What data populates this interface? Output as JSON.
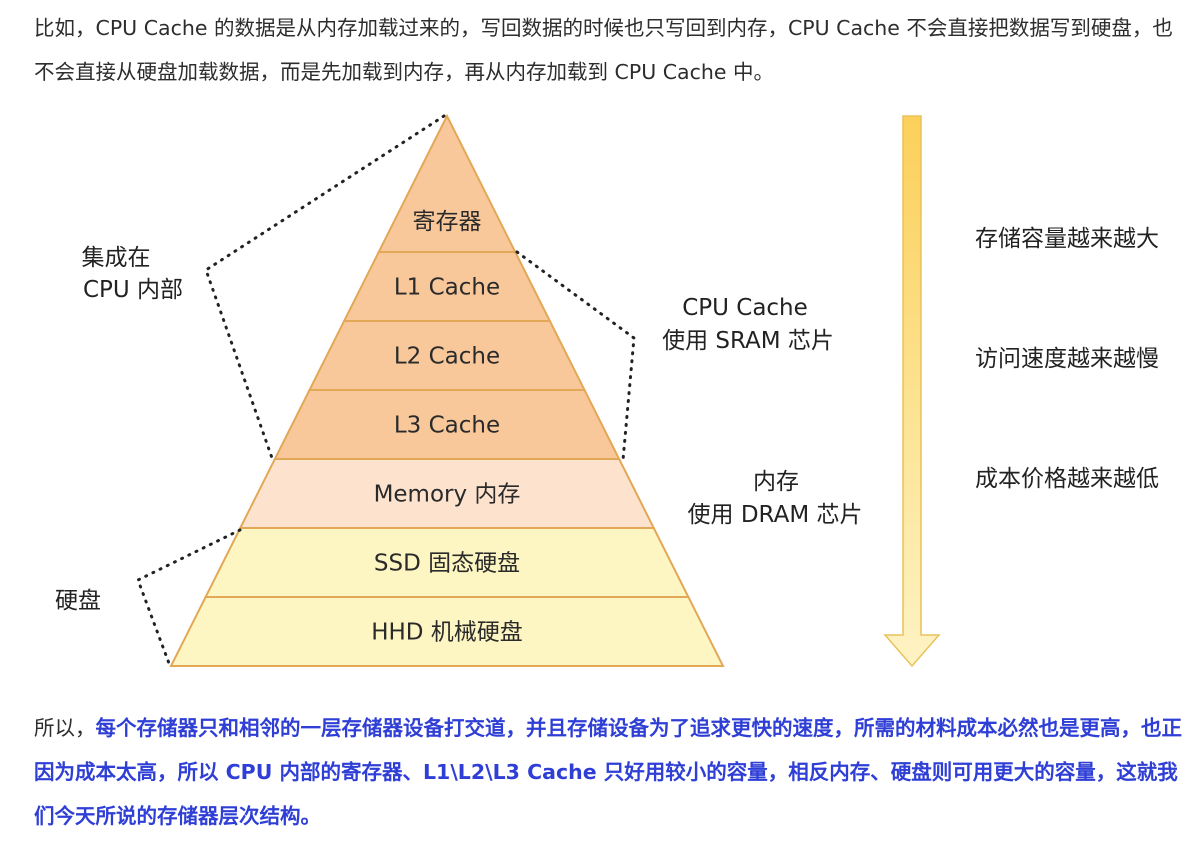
{
  "intro_text": "比如，CPU Cache 的数据是从内存加载过来的，写回数据的时候也只写回到内存，CPU Cache 不会直接把数据写到硬盘，也不会直接从硬盘加载数据，而是先加载到内存，再从内存加载到 CPU Cache 中。",
  "pyramid": {
    "layers": [
      {
        "label": "寄存器",
        "color": "#F8C89B"
      },
      {
        "label": "L1 Cache",
        "color": "#F8C89B"
      },
      {
        "label": "L2 Cache",
        "color": "#F8C89B"
      },
      {
        "label": "L3 Cache",
        "color": "#F8C89B"
      },
      {
        "label": "Memory 内存",
        "color": "#FDE3CE"
      },
      {
        "label": "SSD 固态硬盘",
        "color": "#FDF6C3"
      },
      {
        "label": "HHD 机械硬盘",
        "color": "#FDF6C3"
      }
    ],
    "border_color": "#E2A857"
  },
  "annotations": {
    "cpu_internal_line1": "集成在",
    "cpu_internal_line2": "CPU 内部",
    "disk": "硬盘",
    "sram_line1": "CPU Cache",
    "sram_line2": "使用 SRAM 芯片",
    "dram_line1": "内存",
    "dram_line2": "使用 DRAM 芯片"
  },
  "trends": {
    "capacity": "存储容量越来越大",
    "speed": "访问速度越来越慢",
    "cost": "成本价格越来越低",
    "arrow_color": "#FCD36B"
  },
  "conclusion": {
    "prefix": "所以，",
    "emphasis": "每个存储器只和相邻的一层存储器设备打交道，并且存储设备为了追求更快的速度，所需的材料成本必然也是更高，也正因为成本太高，所以 CPU 内部的寄存器、L1\\L2\\L3 Cache 只好用较小的容量，相反内存、硬盘则可用更大的容量，这就我们今天所说的存储器层次结构。"
  }
}
